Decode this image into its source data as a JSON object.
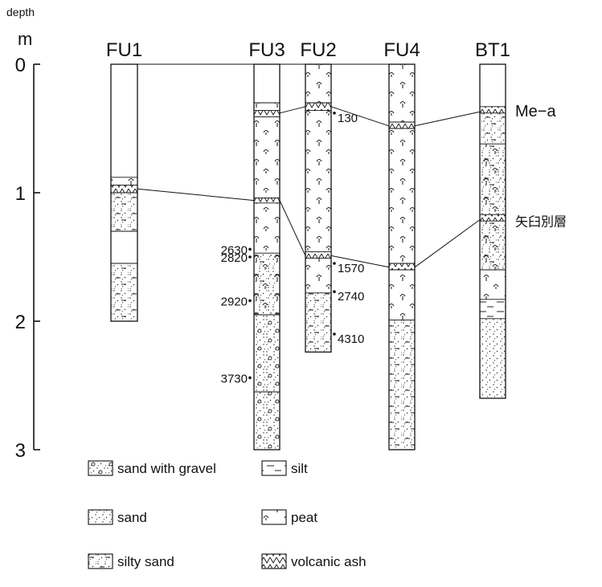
{
  "axis": {
    "unit_top": "depth",
    "unit": "m",
    "ticks": [
      {
        "label": "0",
        "value": 0
      },
      {
        "label": "1",
        "value": 1
      },
      {
        "label": "2",
        "value": 2
      },
      {
        "label": "3",
        "value": 3
      }
    ]
  },
  "columns": [
    {
      "name": "FU1",
      "bottom": 2.0,
      "layers": [
        {
          "from": 0.0,
          "to": 0.88,
          "type": "blank"
        },
        {
          "from": 0.88,
          "to": 0.94,
          "type": "peat"
        },
        {
          "from": 0.94,
          "to": 1.0,
          "type": "volcanic-ash"
        },
        {
          "from": 1.0,
          "to": 1.3,
          "type": "silty-sand"
        },
        {
          "from": 1.3,
          "to": 1.55,
          "type": "blank"
        },
        {
          "from": 1.55,
          "to": 2.0,
          "type": "silty-sand"
        }
      ],
      "dates": []
    },
    {
      "name": "FU3",
      "bottom": 3.0,
      "layers": [
        {
          "from": 0.0,
          "to": 0.3,
          "type": "blank"
        },
        {
          "from": 0.3,
          "to": 0.36,
          "type": "peat"
        },
        {
          "from": 0.36,
          "to": 0.41,
          "type": "volcanic-ash"
        },
        {
          "from": 0.41,
          "to": 1.04,
          "type": "peat"
        },
        {
          "from": 1.04,
          "to": 1.08,
          "type": "volcanic-ash"
        },
        {
          "from": 1.08,
          "to": 1.47,
          "type": "peat"
        },
        {
          "from": 1.47,
          "to": 1.95,
          "type": "peat-silty-sand"
        },
        {
          "from": 1.95,
          "to": 2.55,
          "type": "sand-with-gravel"
        },
        {
          "from": 2.55,
          "to": 3.0,
          "type": "sand-with-gravel"
        }
      ],
      "dates": [
        {
          "label": "2630",
          "depth": 1.44
        },
        {
          "label": "2820",
          "depth": 1.5
        },
        {
          "label": "2920",
          "depth": 1.84
        },
        {
          "label": "3730",
          "depth": 2.44
        }
      ]
    },
    {
      "name": "FU2",
      "bottom": 2.24,
      "layers": [
        {
          "from": 0.0,
          "to": 0.3,
          "type": "peat"
        },
        {
          "from": 0.3,
          "to": 0.36,
          "type": "volcanic-ash"
        },
        {
          "from": 0.36,
          "to": 1.46,
          "type": "peat"
        },
        {
          "from": 1.46,
          "to": 1.51,
          "type": "volcanic-ash"
        },
        {
          "from": 1.51,
          "to": 1.78,
          "type": "peat"
        },
        {
          "from": 1.78,
          "to": 2.24,
          "type": "silty-sand"
        }
      ],
      "dates": [
        {
          "label": "130",
          "depth": 0.38
        },
        {
          "label": "1570",
          "depth": 1.55
        },
        {
          "label": "2740",
          "depth": 1.77
        },
        {
          "label": "4310",
          "depth": 2.1
        }
      ]
    },
    {
      "name": "FU4",
      "bottom": 3.0,
      "layers": [
        {
          "from": 0.0,
          "to": 0.45,
          "type": "peat"
        },
        {
          "from": 0.45,
          "to": 0.5,
          "type": "volcanic-ash"
        },
        {
          "from": 0.5,
          "to": 1.55,
          "type": "peat"
        },
        {
          "from": 1.55,
          "to": 1.6,
          "type": "volcanic-ash"
        },
        {
          "from": 1.6,
          "to": 1.99,
          "type": "peat"
        },
        {
          "from": 1.99,
          "to": 3.0,
          "type": "silty-sand"
        }
      ],
      "dates": []
    },
    {
      "name": "BT1",
      "bottom": 2.6,
      "layers": [
        {
          "from": 0.0,
          "to": 0.33,
          "type": "blank"
        },
        {
          "from": 0.33,
          "to": 0.38,
          "type": "volcanic-ash"
        },
        {
          "from": 0.38,
          "to": 0.62,
          "type": "silty-sand"
        },
        {
          "from": 0.62,
          "to": 1.17,
          "type": "peat-silty-sand"
        },
        {
          "from": 1.17,
          "to": 1.22,
          "type": "volcanic-ash"
        },
        {
          "from": 1.22,
          "to": 1.6,
          "type": "peat-silty-sand"
        },
        {
          "from": 1.6,
          "to": 1.83,
          "type": "peat"
        },
        {
          "from": 1.83,
          "to": 1.98,
          "type": "silt"
        },
        {
          "from": 1.98,
          "to": 2.6,
          "type": "sand"
        }
      ],
      "dates": []
    }
  ],
  "correlations": [
    {
      "label": "Me−a",
      "points": [
        [
          0,
          0.0
        ],
        [
          1,
          0.38
        ],
        [
          2,
          0.33
        ],
        [
          3,
          0.48
        ],
        [
          4,
          0.37
        ]
      ],
      "mid_fu1": 0.0
    },
    {
      "label": "矢臼別層",
      "points": [
        [
          0,
          0.97
        ],
        [
          1,
          1.06
        ],
        [
          2,
          1.49
        ],
        [
          3,
          1.58
        ],
        [
          4,
          1.21
        ]
      ]
    }
  ],
  "top_line": {
    "label": "",
    "from_column": 0,
    "to_column": 3,
    "depth": 0.0
  },
  "legend": [
    {
      "type": "sand-with-gravel",
      "label": "sand with gravel"
    },
    {
      "type": "silt",
      "label": "silt"
    },
    {
      "type": "sand",
      "label": "sand"
    },
    {
      "type": "peat",
      "label": "peat"
    },
    {
      "type": "silty-sand",
      "label": "silty sand"
    },
    {
      "type": "volcanic-ash",
      "label": "volcanic ash"
    }
  ]
}
